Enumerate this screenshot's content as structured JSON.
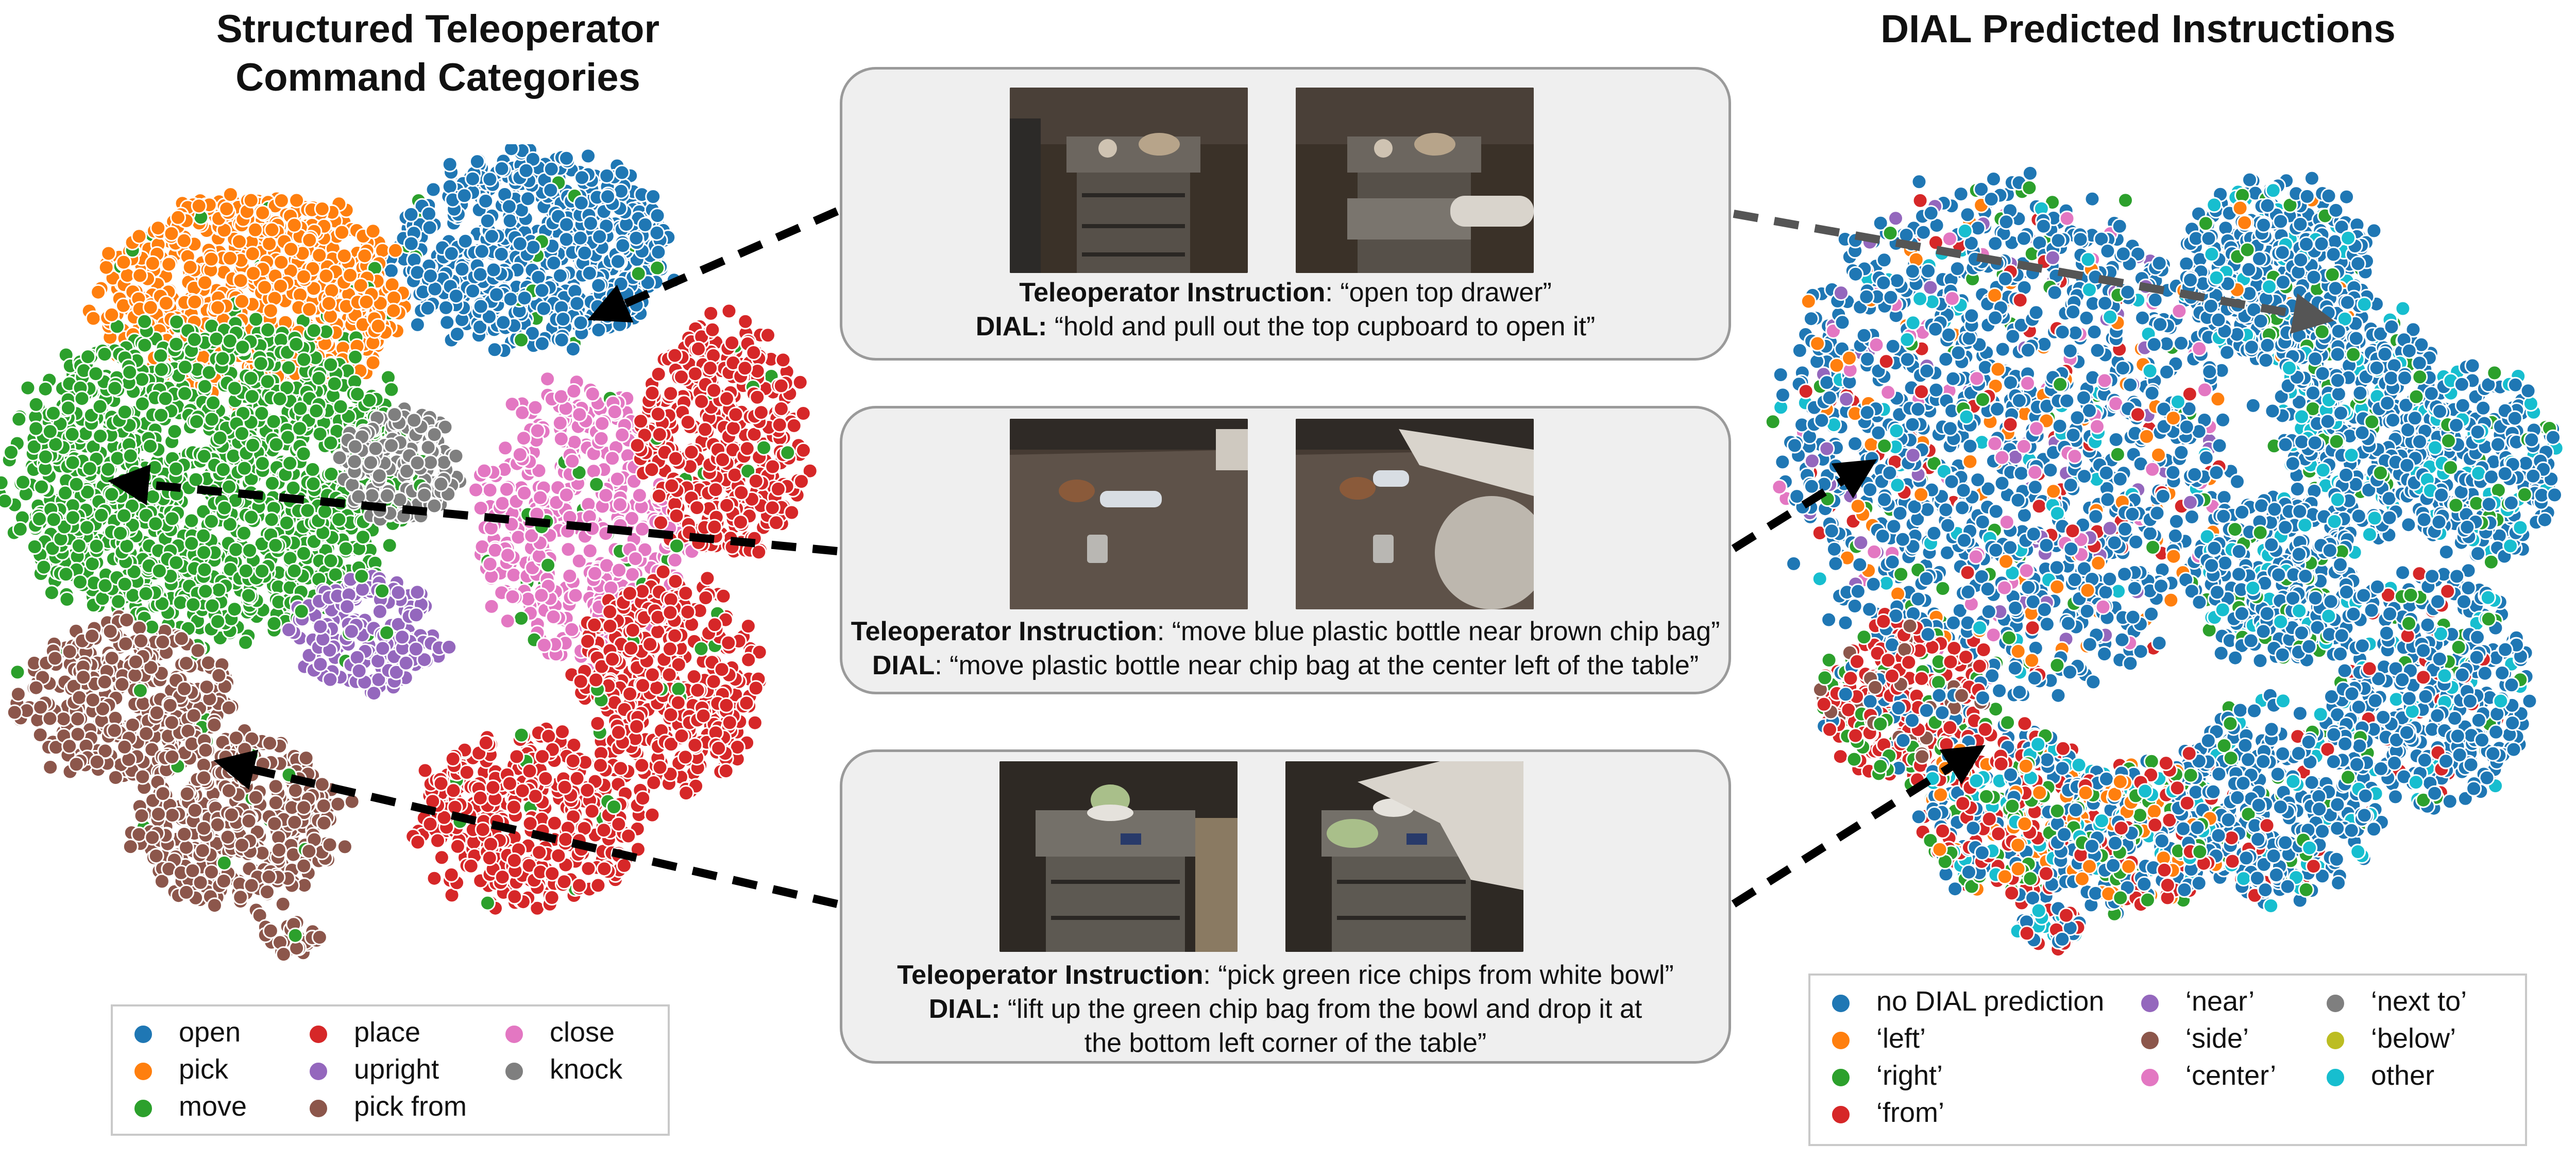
{
  "left_title": [
    "Structured Teleoperator",
    "Command Categories"
  ],
  "right_title": "DIAL Predicted Instructions",
  "examples": [
    {
      "teleop_label": "Teleoperator Instruction",
      "teleop_text": ": “open top drawer”",
      "dial_label": "DIAL:",
      "dial_text": " “hold and pull out the top cupboard to open it”"
    },
    {
      "teleop_label": "Teleoperator Instruction",
      "teleop_text": ": “move blue plastic bottle near brown chip bag”",
      "dial_label": "DIAL",
      "dial_text": ": “move plastic bottle near chip bag at the center left of the table”"
    },
    {
      "teleop_label": "Teleoperator Instruction",
      "teleop_text": ": “pick green rice chips from white bowl”",
      "dial_label": "DIAL:",
      "dial_text": " “lift up the green chip bag from the bowl and drop it at the bottom left corner of the table”"
    }
  ],
  "left_legend": [
    {
      "label": "open",
      "color": "#1f77b4"
    },
    {
      "label": "pick",
      "color": "#ff7f0e"
    },
    {
      "label": "move",
      "color": "#2ca02c"
    },
    {
      "label": "place",
      "color": "#d62728"
    },
    {
      "label": "upright",
      "color": "#9467bd"
    },
    {
      "label": "pick from",
      "color": "#8c564b"
    },
    {
      "label": "close",
      "color": "#e377c2"
    },
    {
      "label": "knock",
      "color": "#7f7f7f"
    }
  ],
  "right_legend": [
    {
      "label": "no DIAL prediction",
      "color": "#1f77b4"
    },
    {
      "label": "‘left’",
      "color": "#ff7f0e"
    },
    {
      "label": "‘right’",
      "color": "#2ca02c"
    },
    {
      "label": "‘from’",
      "color": "#d62728"
    },
    {
      "label": "‘near’",
      "color": "#9467bd"
    },
    {
      "label": "‘side’",
      "color": "#8c564b"
    },
    {
      "label": "‘center’",
      "color": "#e377c2"
    },
    {
      "label": "‘next to’",
      "color": "#7f7f7f"
    },
    {
      "label": "‘below’",
      "color": "#bcbd22"
    },
    {
      "label": "other",
      "color": "#17becf"
    }
  ]
}
